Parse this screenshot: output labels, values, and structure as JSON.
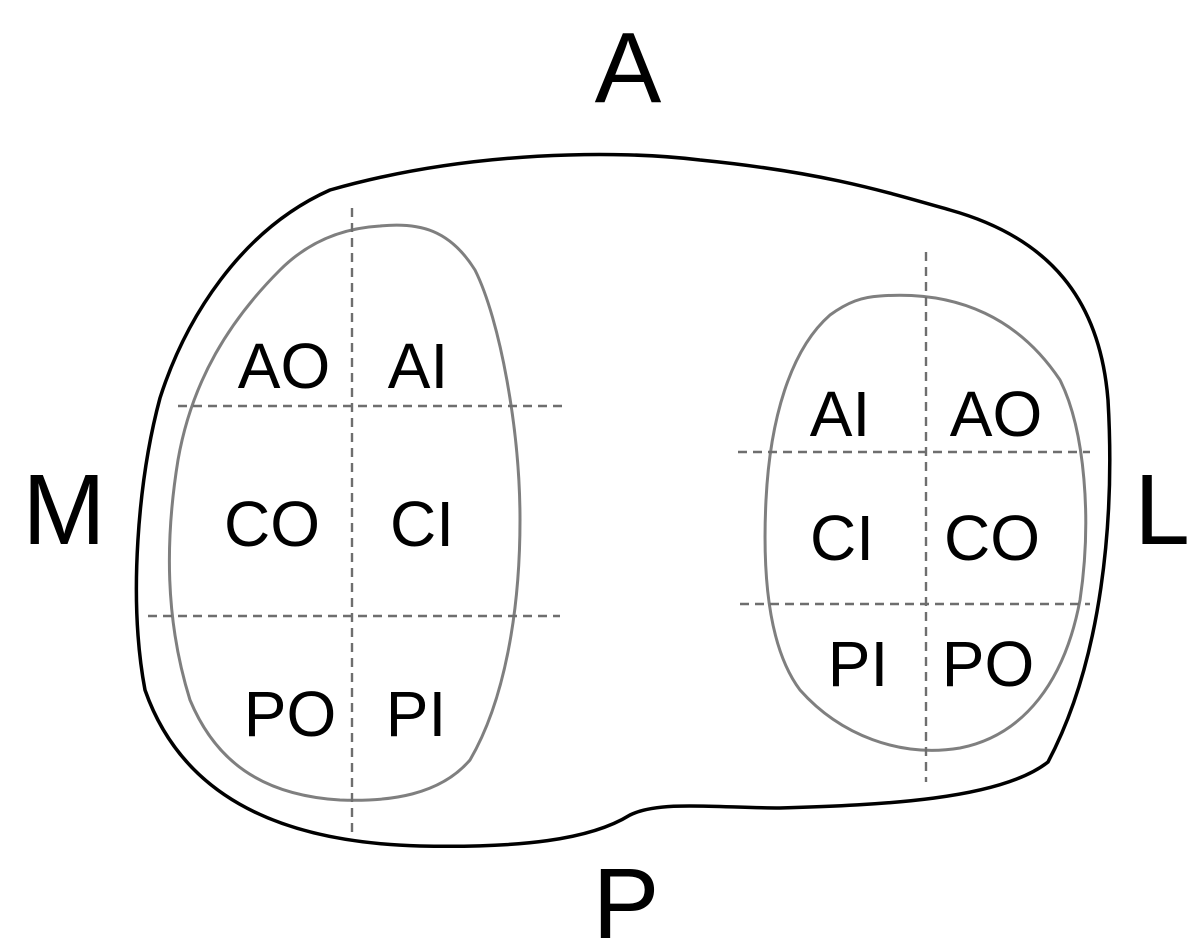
{
  "directions": {
    "anterior": "A",
    "posterior": "P",
    "medial": "M",
    "lateral": "L"
  },
  "medial_region": {
    "top_left": "AO",
    "top_right": "AI",
    "middle_left": "CO",
    "middle_right": "CI",
    "bottom_left": "PO",
    "bottom_right": "PI"
  },
  "lateral_region": {
    "top_left": "AI",
    "top_right": "AO",
    "middle_left": "CI",
    "middle_right": "CO",
    "bottom_left": "PI",
    "bottom_right": "PO"
  },
  "colors": {
    "main_outline": "#000000",
    "region_outline": "#7f7f7f",
    "grid_lines": "#6e6e6e"
  }
}
